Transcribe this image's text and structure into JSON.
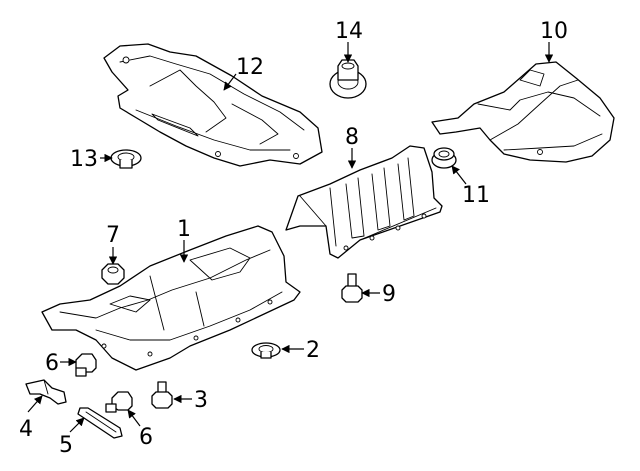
{
  "diagram": {
    "callouts": {
      "c1": "1",
      "c2": "2",
      "c3": "3",
      "c4": "4",
      "c5": "5",
      "c6a": "6",
      "c6b": "6",
      "c7": "7",
      "c8": "8",
      "c9": "9",
      "c10": "10",
      "c11": "11",
      "c12": "12",
      "c13": "13",
      "c14": "14"
    }
  }
}
